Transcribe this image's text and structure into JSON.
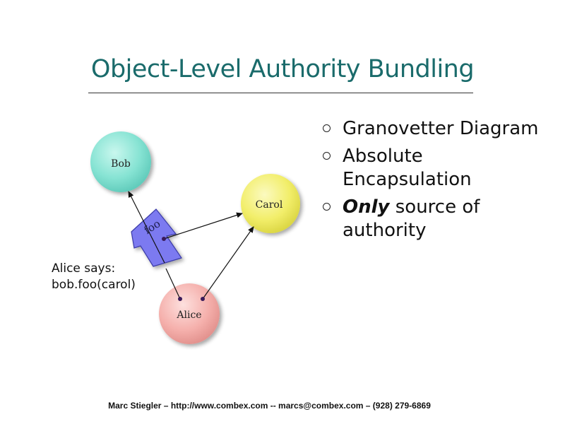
{
  "title": "Object-Level Authority Bundling",
  "bullets": [
    {
      "emph": "",
      "text": "Granovetter Diagram"
    },
    {
      "emph": "",
      "text": "Absolute Encapsulation"
    },
    {
      "emph": "Only",
      "text": " source of authority"
    }
  ],
  "diagram": {
    "nodes": {
      "bob": "Bob",
      "carol": "Carol",
      "alice": "Alice"
    },
    "message_label": "foo",
    "caption_line1": "Alice says:",
    "caption_line2": "bob.foo(carol)",
    "colors": {
      "bob": "#7fe0d0",
      "carol": "#f2ee6a",
      "alice": "#f5aaa6",
      "message": "#7a78ec"
    }
  },
  "footer": "Marc Stiegler – http://www.combex.com -- marcs@combex.com – (928) 279-6869"
}
